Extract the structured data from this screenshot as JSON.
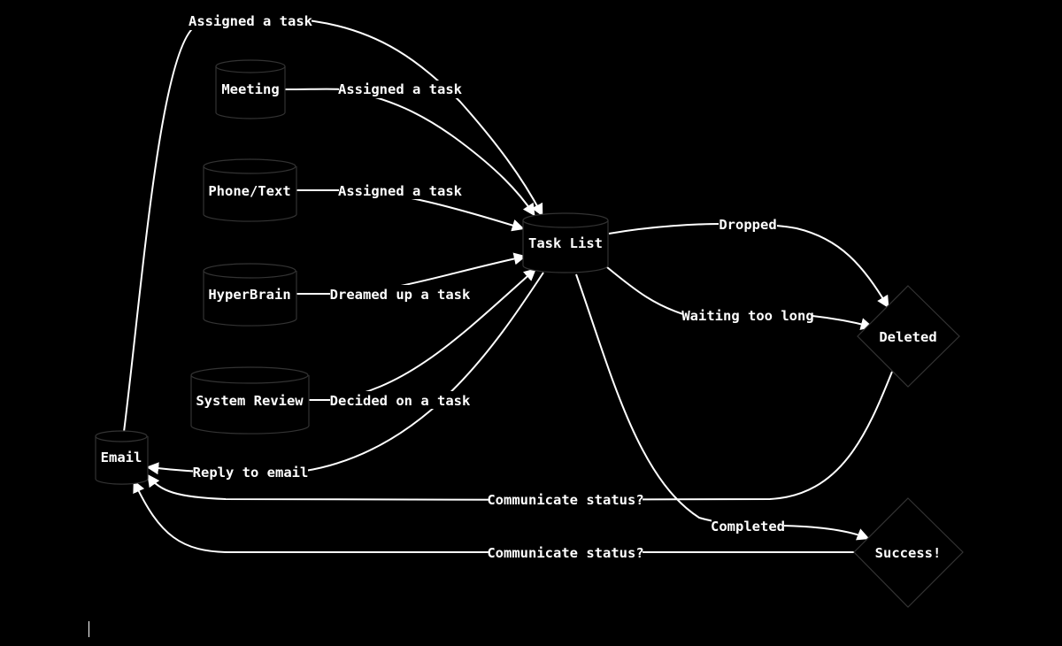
{
  "diagram": {
    "nodes": {
      "meeting": "Meeting",
      "phone_text": "Phone/Text",
      "hyperbrain": "HyperBrain",
      "system_review": "System Review",
      "email": "Email",
      "task_list": "Task List",
      "deleted": "Deleted",
      "success": "Success!"
    },
    "edges": {
      "email_to_task": "Assigned a task",
      "meeting_to_task": "Assigned a task",
      "phone_to_task": "Assigned a task",
      "hyperbrain_to_task": "Dreamed up a task",
      "review_to_task": "Decided on a task",
      "task_to_email": "Reply to email",
      "task_dropped": "Dropped",
      "task_waiting": "Waiting too long",
      "deleted_to_email": "Communicate status?",
      "task_completed": "Completed",
      "success_to_email": "Communicate status?"
    }
  }
}
